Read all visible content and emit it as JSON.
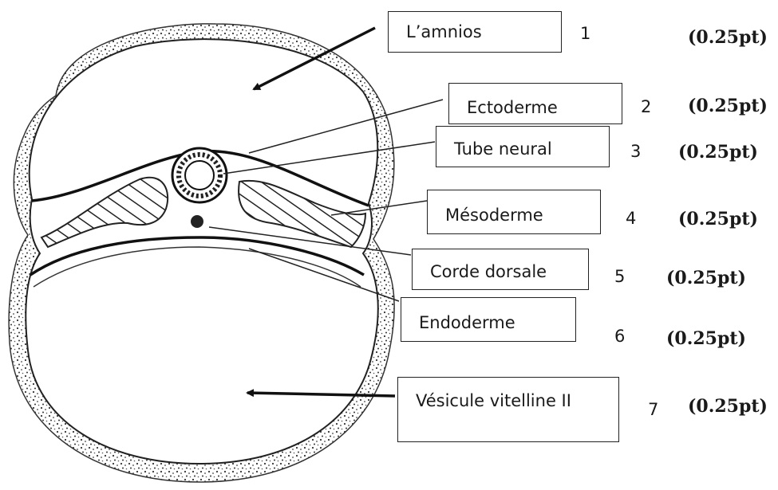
{
  "diagram": {
    "labels": [
      {
        "text": "L’amnios",
        "number": "1",
        "points": "(0.25pt)"
      },
      {
        "text": "Ectoderme",
        "number": "2",
        "points": "(0.25pt)"
      },
      {
        "text": "Tube neural",
        "number": "3",
        "points": "(0.25pt)"
      },
      {
        "text": "Mésoderme",
        "number": "4",
        "points": "(0.25pt)"
      },
      {
        "text": "Corde dorsale",
        "number": "5",
        "points": "(0.25pt)"
      },
      {
        "text": "Endoderme",
        "number": "6",
        "points": "(0.25pt)"
      },
      {
        "text": "Vésicule vitelline II",
        "number": "7",
        "points": "(0.25pt)"
      }
    ]
  }
}
